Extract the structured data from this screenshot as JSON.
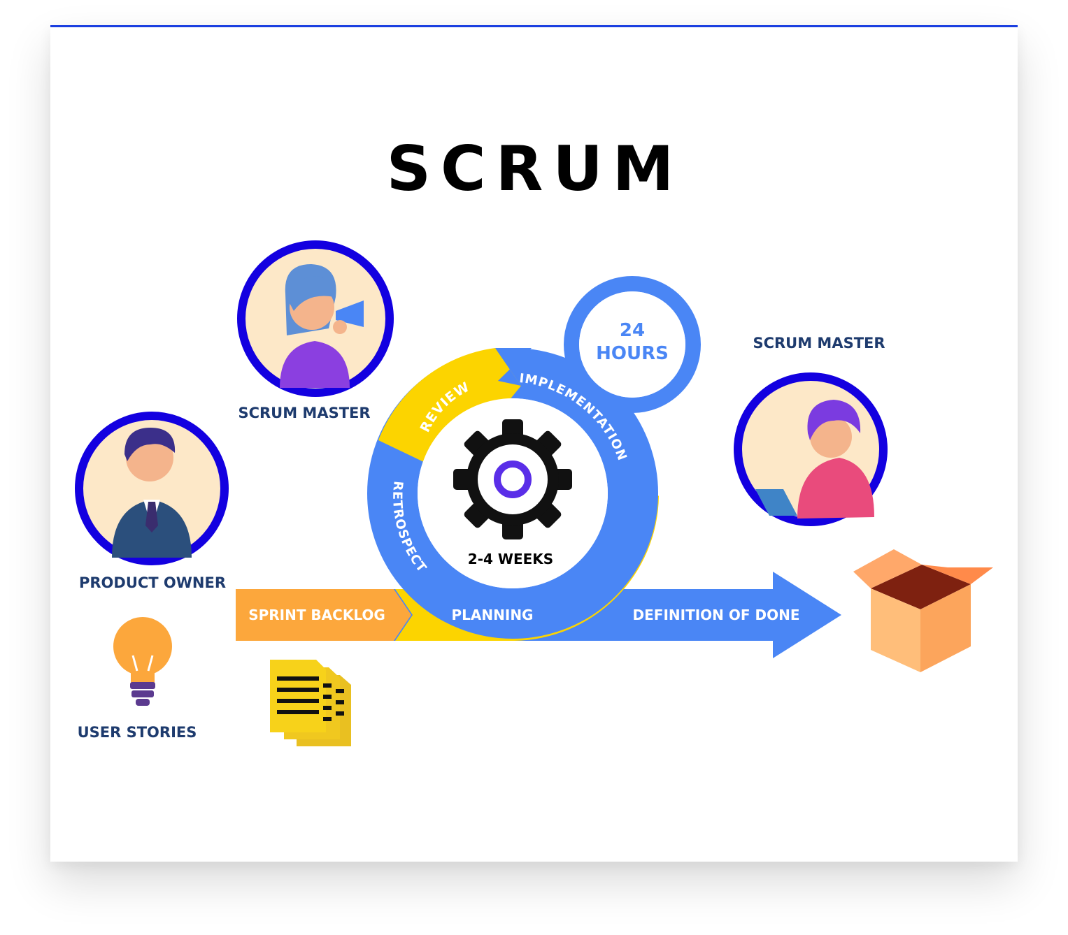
{
  "title": "SCRUM",
  "roles": {
    "scrum_master_top": "SCRUM MASTER",
    "product_owner": "PRODUCT OWNER",
    "scrum_master_right": "SCRUM MASTER",
    "user_stories": "USER STORIES"
  },
  "cycle": {
    "review": "REVIEW",
    "implementation": "IMPLEMENTATION",
    "retrospect": "RETROSPECT",
    "planning": "PLANNING",
    "duration": "2-4 WEEKS"
  },
  "daily": {
    "line1": "24",
    "line2": "HOURS"
  },
  "flow": {
    "sprint_backlog": "SPRINT BACKLOG",
    "definition_of_done": "DEFINITION OF DONE"
  },
  "colors": {
    "blue": "#4a86f5",
    "yellow": "#fcd400",
    "orange": "#fca73c",
    "ring": "#1300e0",
    "navy": "#1e3b6e"
  }
}
